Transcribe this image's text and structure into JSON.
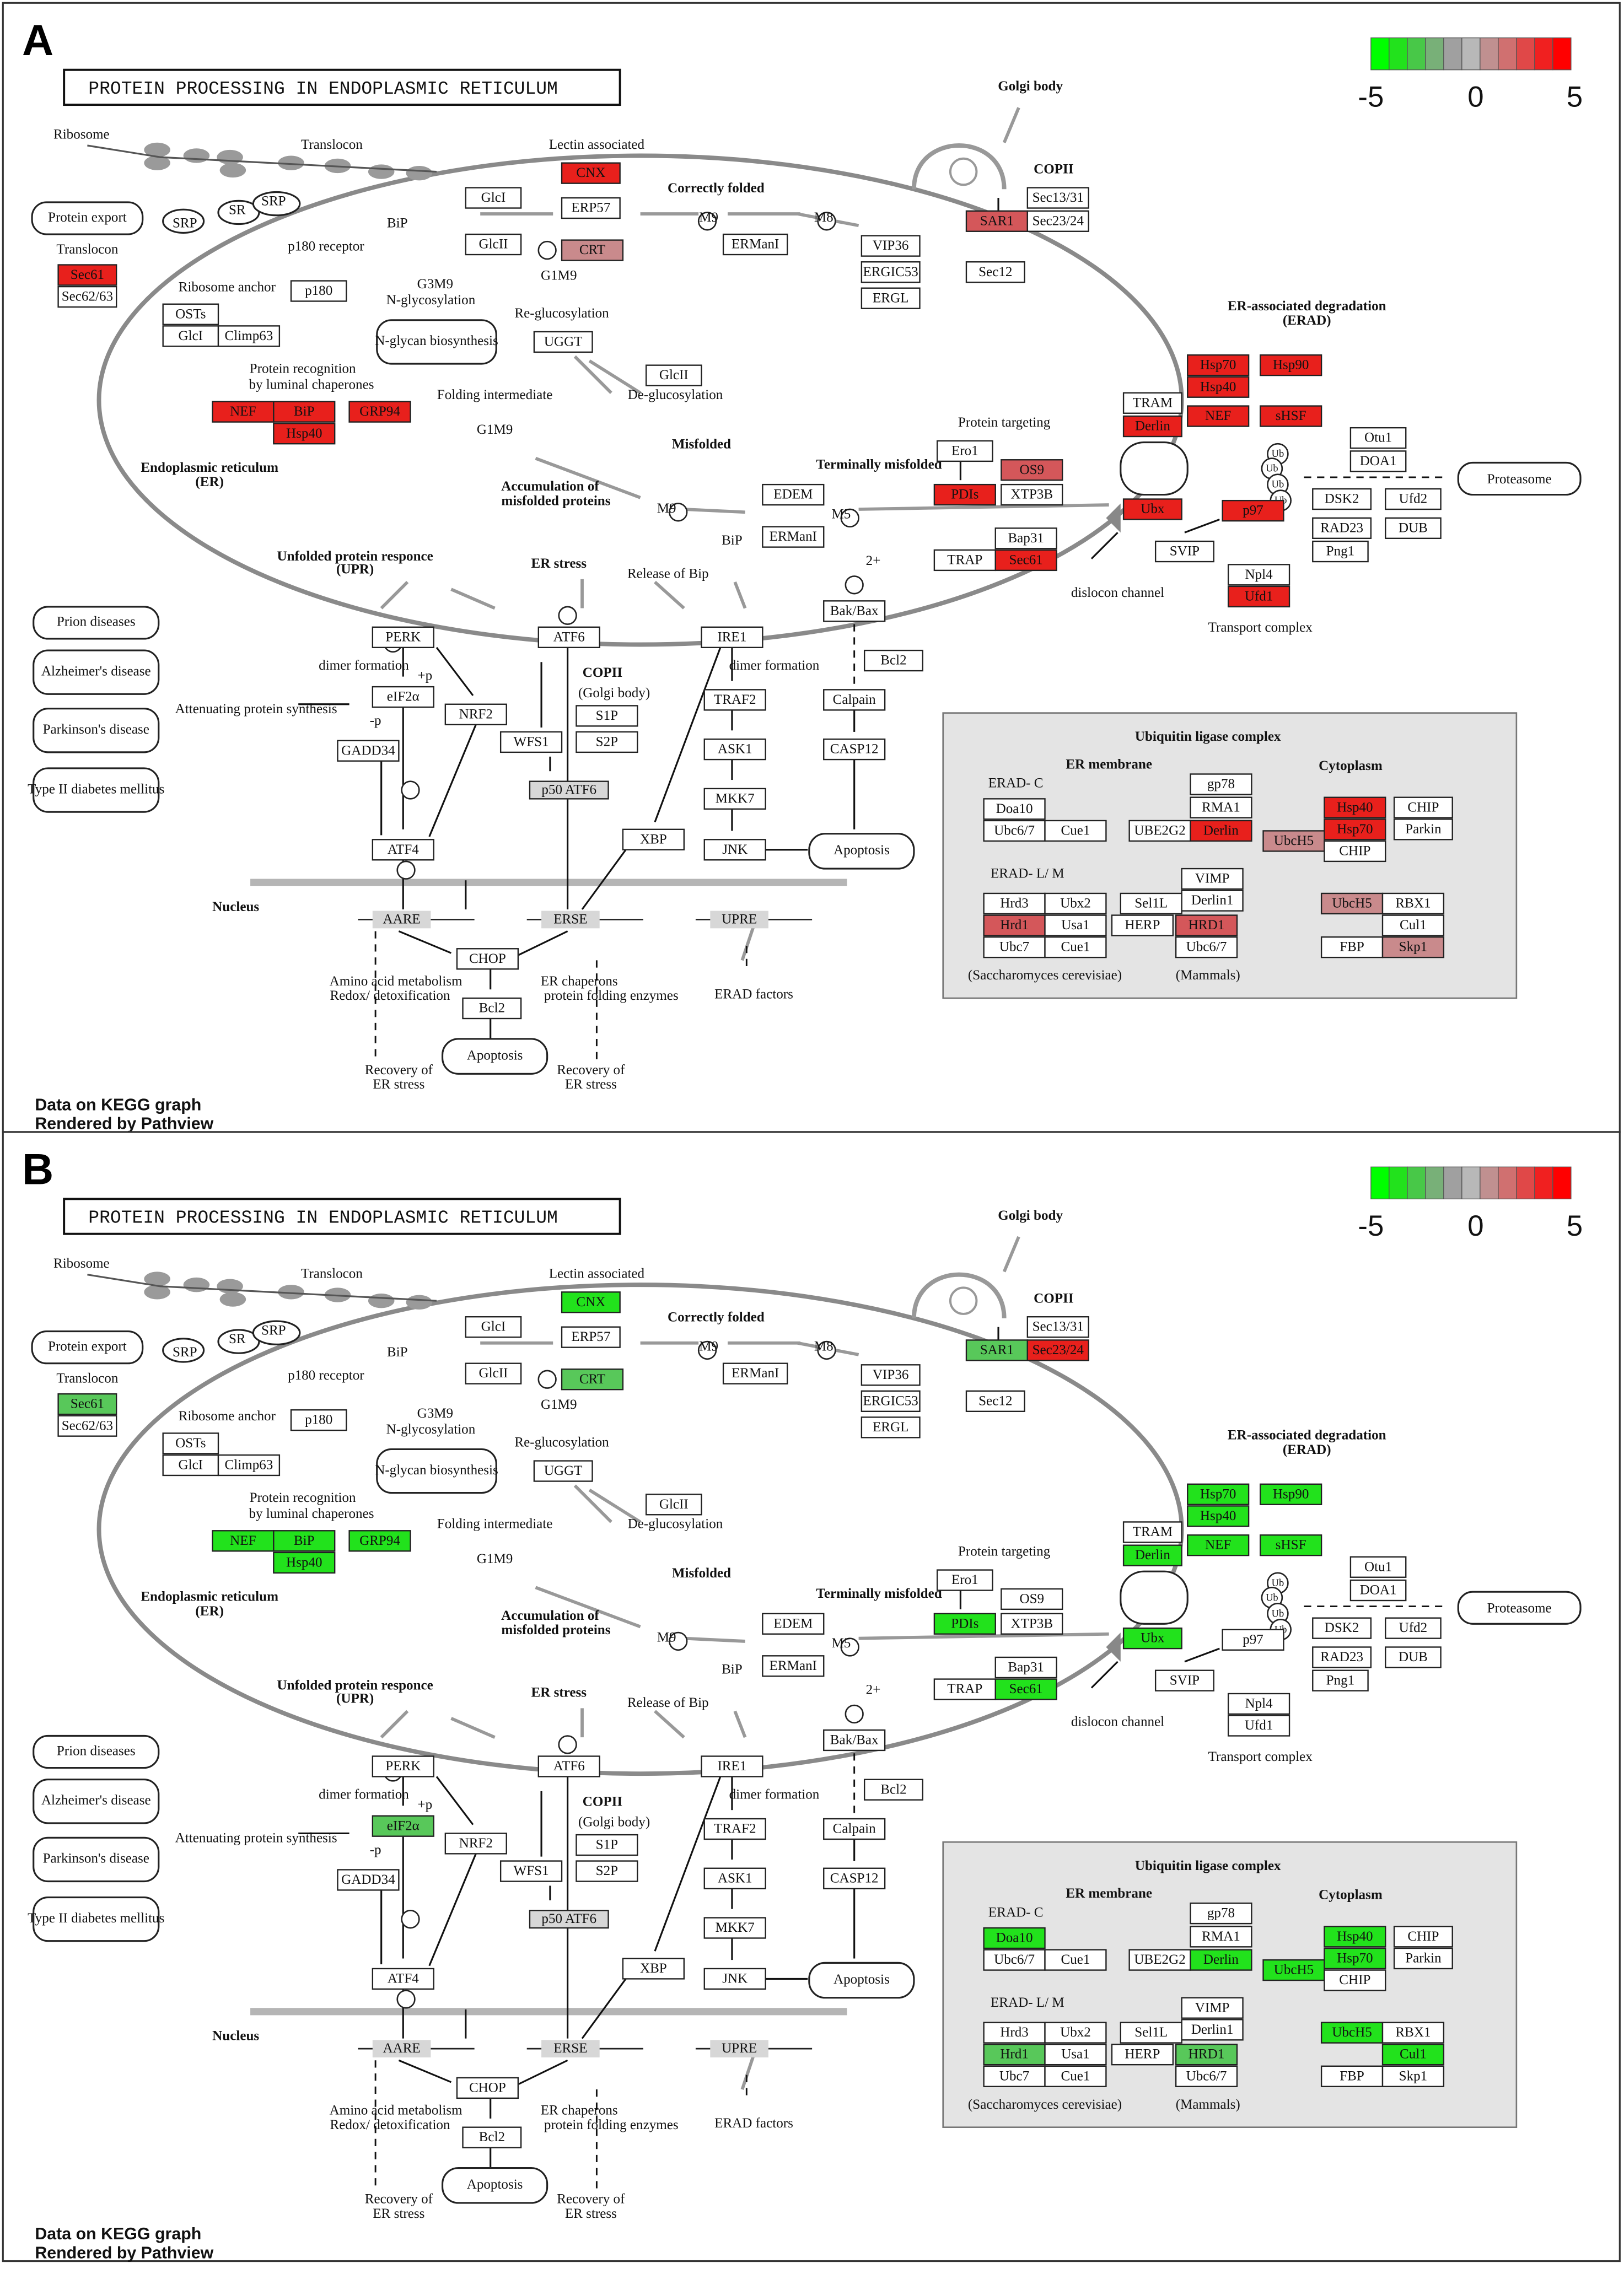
{
  "title": "PROTEIN PROCESSING IN ENDOPLASMIC RETICULUM",
  "footer": {
    "line1": "Data on KEGG graph",
    "line2": "Rendered by Pathview"
  },
  "legend": {
    "min": "-5",
    "mid": "0",
    "max": "5"
  },
  "colors": {
    "up_strong": "#e8201c",
    "up_mid": "#d4575a",
    "up_light": "#c98a8c",
    "down_strong": "#22e21c",
    "down_mid": "#58c85a",
    "neutral": "#ffffff",
    "absent": "#d7d7d7"
  },
  "panels": [
    {
      "label": "A",
      "colors": {
        "Sec61t": "up_strong",
        "CNX": "up_strong",
        "CRT": "up_light",
        "SAR1": "up_mid",
        "Sec23/24": "neutral",
        "NEF": "up_strong",
        "BiP": "up_strong",
        "GRP94": "up_strong",
        "Hsp40l": "up_strong",
        "Hsp70e": "up_strong",
        "Hsp90e": "up_strong",
        "Hsp40e": "up_strong",
        "Derlin": "up_strong",
        "NEFe": "up_strong",
        "sHSF": "up_strong",
        "OS9": "up_mid",
        "PDIs": "up_strong",
        "Ubx": "up_strong",
        "p97": "up_strong",
        "Ufd1": "up_strong",
        "Sec61e": "up_strong",
        "eIF2a": "neutral",
        "Doa10": "neutral",
        "HspU40": "up_strong",
        "HspU70": "up_strong",
        "DerlinU": "up_strong",
        "UbcH5a": "up_light",
        "Hrd1": "up_mid",
        "HRD1": "up_mid",
        "UbcH5b": "up_light",
        "Cul1": "neutral",
        "Skp1": "up_light"
      }
    },
    {
      "label": "B",
      "colors": {
        "Sec61t": "down_mid",
        "CNX": "down_strong",
        "CRT": "down_mid",
        "SAR1": "down_mid",
        "Sec23/24": "up_strong",
        "NEF": "down_strong",
        "BiP": "down_strong",
        "GRP94": "down_strong",
        "Hsp40l": "down_strong",
        "Hsp70e": "down_strong",
        "Hsp90e": "down_strong",
        "Hsp40e": "down_strong",
        "Derlin": "down_strong",
        "NEFe": "down_strong",
        "sHSF": "down_strong",
        "OS9": "neutral",
        "PDIs": "down_strong",
        "Ubx": "down_strong",
        "p97": "neutral",
        "Ufd1": "neutral",
        "Sec61e": "down_strong",
        "eIF2a": "down_mid",
        "Doa10": "down_strong",
        "HspU40": "down_strong",
        "HspU70": "down_strong",
        "DerlinU": "down_strong",
        "UbcH5a": "down_strong",
        "Hrd1": "down_mid",
        "HRD1": "down_mid",
        "UbcH5b": "down_strong",
        "Cul1": "down_strong",
        "Skp1": "neutral"
      }
    }
  ],
  "boxes": {
    "Sec61t": "Sec61",
    "Sec62/63": "Sec62/63",
    "p180": "p180",
    "OSTs": "OSTs",
    "GlcI": "GlcI",
    "Climp63": "Climp63",
    "GlcIa": "GlcI",
    "GlcII": "GlcII",
    "CNX": "CNX",
    "ERP57": "ERP57",
    "CRT": "CRT",
    "UGGT": "UGGT",
    "GlcIIb": "GlcII",
    "ERManI": "ERManI",
    "VIP36": "VIP36",
    "ERGIC53": "ERGIC53",
    "ERGL": "ERGL",
    "Sec13/31": "Sec13/31",
    "SAR1": "SAR1",
    "Sec23/24": "Sec23/24",
    "Sec12": "Sec12",
    "NEF": "NEF",
    "BiP": "BiP",
    "GRP94": "GRP94",
    "Hsp40l": "Hsp40",
    "Hsp70e": "Hsp70",
    "Hsp90e": "Hsp90",
    "Hsp40e": "Hsp40",
    "TRAM": "TRAM",
    "Derlin": "Derlin",
    "NEFe": "NEF",
    "sHSF": "sHSF",
    "Otu1": "Otu1",
    "DOA1": "DOA1",
    "DSK2": "DSK2",
    "Ufd2": "Ufd2",
    "RAD23": "RAD23",
    "DUB": "DUB",
    "Png1": "Png1",
    "Ero1": "Ero1",
    "OS9": "OS9",
    "PDIs": "PDIs",
    "XTP3B": "XTP3B",
    "EDEM": "EDEM",
    "ERManIb": "ERManI",
    "Bap31": "Bap31",
    "TRAP": "TRAP",
    "Sec61e": "Sec61",
    "Ubx": "Ubx",
    "p97": "p97",
    "SVIP": "SVIP",
    "Npl4": "Npl4",
    "Ufd1": "Ufd1",
    "PERK": "PERK",
    "ATF6": "ATF6",
    "IRE1": "IRE1",
    "BakBax": "Bak/Bax",
    "Bcl2": "Bcl2",
    "eIF2a": "eIF2α",
    "NRF2": "NRF2",
    "GADD34": "GADD34",
    "ATF4": "ATF4",
    "WFS1": "WFS1",
    "S1P": "S1P",
    "S2P": "S2P",
    "p50ATF6": "p50 ATF6",
    "TRAF2": "TRAF2",
    "ASK1": "ASK1",
    "MKK7": "MKK7",
    "JNK": "JNK",
    "Calpain": "Calpain",
    "CASP12": "CASP12",
    "XBP": "XBP",
    "CHOP": "CHOP",
    "Bcl2b": "Bcl2",
    "Doa10": "Doa10",
    "Ubc6/7": "Ubc6/7",
    "Cue1": "Cue1",
    "gp78": "gp78",
    "RMA1": "RMA1",
    "UBE2G2": "UBE2G2",
    "DerlinU": "Derlin",
    "HspU40": "Hsp40",
    "HspU70": "Hsp70",
    "CHIP": "CHIP",
    "Parkin": "Parkin",
    "UbcH5a": "UbcH5",
    "CHIPb": "CHIP",
    "Hrd3": "Hrd3",
    "Ubx2": "Ubx2",
    "Hrd1": "Hrd1",
    "Usa1": "Usa1",
    "Ubc7": "Ubc7",
    "Cue1b": "Cue1",
    "VIMP": "VIMP",
    "Sel1L": "Sel1L",
    "Derlin1": "Derlin1",
    "HERP": "HERP",
    "HRD1": "HRD1",
    "Ubc6/7b": "Ubc6/7",
    "UbcH5b": "UbcH5",
    "RBX1": "RBX1",
    "Cul1": "Cul1",
    "FBP": "FBP",
    "Skp1": "Skp1",
    "AARE": "AARE",
    "ERSE": "ERSE",
    "UPRE": "UPRE"
  },
  "labels": {
    "Ribosome": "Ribosome",
    "Translocon_top": "Translocon",
    "SRP1": "SRP",
    "SR": "SR",
    "SRP2": "SRP",
    "p180rec": "p180 receptor",
    "BiP1": "BiP",
    "LectinAssoc": "Lectin associated",
    "CorrectlyFolded": "Correctly folded",
    "GolgiBody": "Golgi body",
    "COPII_top": "COPII",
    "ProteinExport": "Protein export",
    "Translocon": "Translocon",
    "RibosomeAnchor": "Ribosome anchor",
    "G3M9": "G3M9",
    "NGlyco": "N-glycosylation",
    "NGlycanBio": "N-glycan biosynthesis",
    "G1M9a": "G1M9",
    "M9a": "M9",
    "M8": "M8",
    "ReGlucosylation": "Re-glucosylation",
    "DeGlucosylation": "De-glucosylation",
    "FoldingIntermediate": "Folding intermediate",
    "G1M9b": "G1M9",
    "ProteinRecognition": "Protein recognition",
    "ByLuminal": "by luminal chaperones",
    "Misfolded": "Misfolded",
    "ProteinTargeting": "Protein targeting",
    "TerminallyMisfolded": "Terminally misfolded",
    "ERAD": "ER-associated degradation",
    "ERADab": "(ERAD)",
    "ERlabel": "Endoplasmic reticulum",
    "ERab": "(ER)",
    "AccumMisfolded": "Accumulation of",
    "AccumMisfolded2": "misfolded proteins",
    "M9b": "M9",
    "M5": "M5",
    "BiP2": "BiP",
    "Ca2": "2+",
    "UbiqLigase": "Ubiquitin ligase complex",
    "Proteasome": "Proteasome",
    "Dislocon": "dislocon channel",
    "TransportComplex": "Transport complex",
    "UPR": "Unfolded protein responce",
    "UPRab": "(UPR)",
    "ERstress": "ER stress",
    "ReleaseBip": "Release of Bip",
    "PrionDiseases": "Prion diseases",
    "Alzheimers": "Alzheimer's disease",
    "Parkinsons": "Parkinson's disease",
    "TypeII": "Type II diabetes mellitus",
    "DimerFormation": "dimer formation",
    "DimerFormation2": "dimer formation",
    "Attenuating": "Attenuating protein synthesis",
    "COPII_golgi": "COPII",
    "GolgiBody2": "(Golgi body)",
    "Apoptosis1": "Apoptosis",
    "Nucleus": "Nucleus",
    "AminoAcid": "Amino acid metabolism",
    "Redox": "Redox/ detoxification",
    "ERchaperons": "ER chaperons",
    "ProteinFoldingEnz": "protein folding enzymes",
    "ERADfactors": "ERAD factors",
    "Apoptosis2": "Apoptosis",
    "Recovery1": "Recovery of",
    "Recovery1b": "ER stress",
    "Recovery2": "Recovery of",
    "Recovery2b": "ER stress",
    "ERmembrane": "ER membrane",
    "Cytoplasm": "Cytoplasm",
    "ERADC": "ERAD- C",
    "ERADLM": "ERAD- L/ M",
    "Sacch": "(Saccharomyces cerevisiae)",
    "Mammals": "(Mammals)",
    "Ub": "Ub",
    "minusP": "-p",
    "plusP": "+p"
  }
}
